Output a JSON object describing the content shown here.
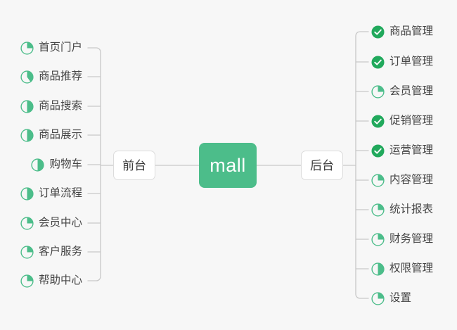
{
  "diagram": {
    "type": "mind-map",
    "background_color": "#f7f7f7",
    "accent_color": "#4cbd8a",
    "done_color": "#21a95c",
    "label_color": "#444444",
    "line_color": "#c8c8c8"
  },
  "center": {
    "label": "mall",
    "color": "#ffffff",
    "background": "#4cbd8a"
  },
  "branches": [
    {
      "id": "frontend",
      "label": "前台",
      "side": "left"
    },
    {
      "id": "backend",
      "label": "后台",
      "side": "right"
    }
  ],
  "frontend_items": [
    {
      "label": "首页门户",
      "icon": "pie-progress-icon",
      "progress": 25,
      "status": "in-progress"
    },
    {
      "label": "商品推荐",
      "icon": "pie-progress-icon",
      "progress": 40,
      "status": "in-progress"
    },
    {
      "label": "商品搜索",
      "icon": "pie-progress-icon",
      "progress": 50,
      "status": "in-progress"
    },
    {
      "label": "商品展示",
      "icon": "pie-progress-icon",
      "progress": 50,
      "status": "in-progress"
    },
    {
      "label": "购物车",
      "icon": "pie-progress-icon",
      "progress": 50,
      "status": "in-progress"
    },
    {
      "label": "订单流程",
      "icon": "pie-progress-icon",
      "progress": 50,
      "status": "in-progress"
    },
    {
      "label": "会员中心",
      "icon": "pie-progress-icon",
      "progress": 25,
      "status": "in-progress"
    },
    {
      "label": "客户服务",
      "icon": "pie-progress-icon",
      "progress": 25,
      "status": "in-progress"
    },
    {
      "label": "帮助中心",
      "icon": "pie-progress-icon",
      "progress": 25,
      "status": "in-progress"
    }
  ],
  "backend_items": [
    {
      "label": "商品管理",
      "icon": "check-circle-icon",
      "progress": 100,
      "status": "done"
    },
    {
      "label": "订单管理",
      "icon": "check-circle-icon",
      "progress": 100,
      "status": "done"
    },
    {
      "label": "会员管理",
      "icon": "pie-progress-icon",
      "progress": 25,
      "status": "in-progress"
    },
    {
      "label": "促销管理",
      "icon": "check-circle-icon",
      "progress": 100,
      "status": "done"
    },
    {
      "label": "运营管理",
      "icon": "check-circle-icon",
      "progress": 100,
      "status": "done"
    },
    {
      "label": "内容管理",
      "icon": "pie-progress-icon",
      "progress": 25,
      "status": "in-progress"
    },
    {
      "label": "统计报表",
      "icon": "pie-progress-icon",
      "progress": 25,
      "status": "in-progress"
    },
    {
      "label": "财务管理",
      "icon": "pie-progress-icon",
      "progress": 25,
      "status": "in-progress"
    },
    {
      "label": "权限管理",
      "icon": "pie-progress-icon",
      "progress": 50,
      "status": "in-progress"
    },
    {
      "label": "设置",
      "icon": "pie-progress-icon",
      "progress": 25,
      "status": "in-progress"
    }
  ]
}
